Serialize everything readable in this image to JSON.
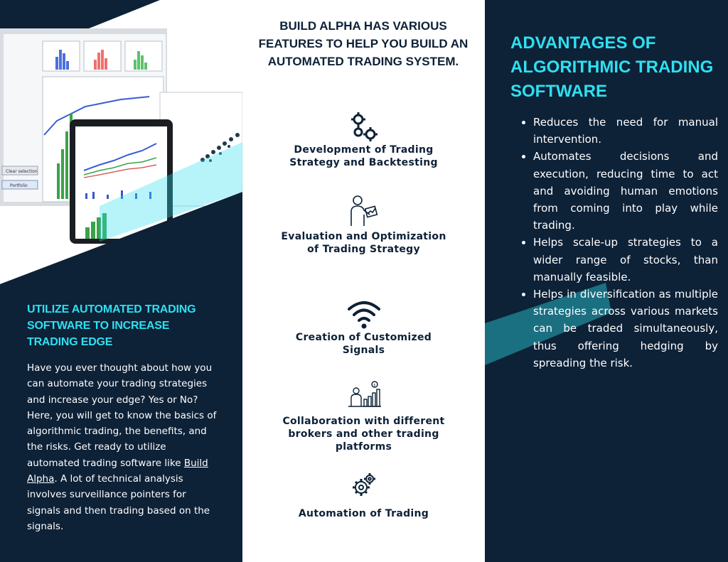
{
  "left": {
    "heading": "UTILIZE AUTOMATED TRADING SOFTWARE TO INCREASE TRADING EDGE",
    "body_before_link": "Have you ever thought about how you can automate your trading strategies and increase your edge? Yes or No? Here, you will get to know the basics of algorithmic trading, the benefits, and the risks. Get ready to utilize automated trading software like ",
    "link_text": "Build Alpha",
    "body_after_link": ". A lot of technical analysis involves surveillance pointers for signals and then trading based on the signals.",
    "hero": {
      "clear_selection_label": "Clear selection",
      "portfolio_label": "Portfolio"
    }
  },
  "middle": {
    "heading": "BUILD ALPHA HAS VARIOUS FEATURES TO HELP YOU BUILD AN AUTOMATED TRADING SYSTEM.",
    "features": [
      {
        "label": "Development of Trading Strategy and Backtesting",
        "icon": "gears-icon"
      },
      {
        "label": "Evaluation and Optimization of Trading Strategy",
        "icon": "analyst-icon"
      },
      {
        "label": "Creation of Customized Signals",
        "icon": "wifi-signal-icon"
      },
      {
        "label": "Collaboration with different brokers and other trading platforms",
        "icon": "business-growth-icon"
      },
      {
        "label": "Automation of Trading",
        "icon": "automation-gear-icon"
      }
    ]
  },
  "right": {
    "heading": "ADVANTAGES OF ALGORITHMIC TRADING SOFTWARE",
    "advantages": [
      "Reduces the need for manual intervention.",
      "Automates decisions and execution, reducing time to act and avoiding human emotions from coming into play while trading.",
      "Helps scale-up strategies to a wider range of stocks, than manually feasible.",
      "Helps in diversification as multiple strategies across various markets can be traded simultaneously, thus offering hedging by spreading the risk."
    ]
  },
  "colors": {
    "navy": "#0d2137",
    "cyan_accent": "#2ee0f0",
    "teal_shape": "#1a6f80",
    "white": "#ffffff"
  }
}
